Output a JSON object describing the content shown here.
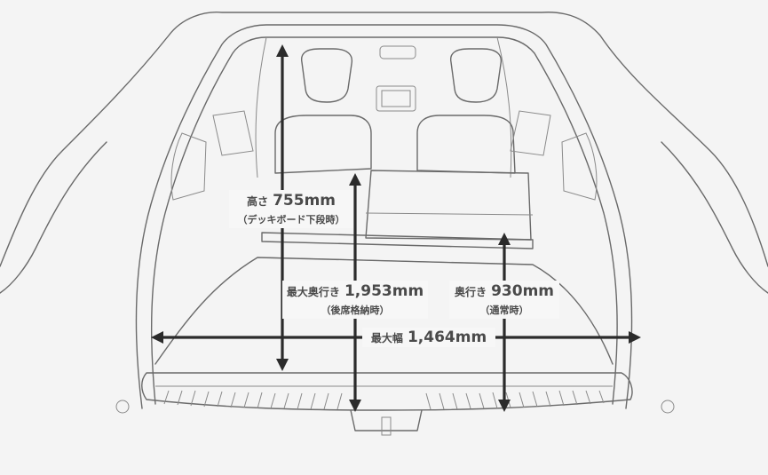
{
  "dimensions": {
    "height": {
      "label": "高さ",
      "value": "755mm",
      "note": "（デッキボード下段時）"
    },
    "max_depth": {
      "label": "最大奥行き",
      "value": "1,953mm",
      "note": "（後席格納時）"
    },
    "depth": {
      "label": "奥行き",
      "value": "930mm",
      "note": "（通常時）"
    },
    "max_width": {
      "label": "最大幅",
      "value": "1,464mm"
    }
  }
}
